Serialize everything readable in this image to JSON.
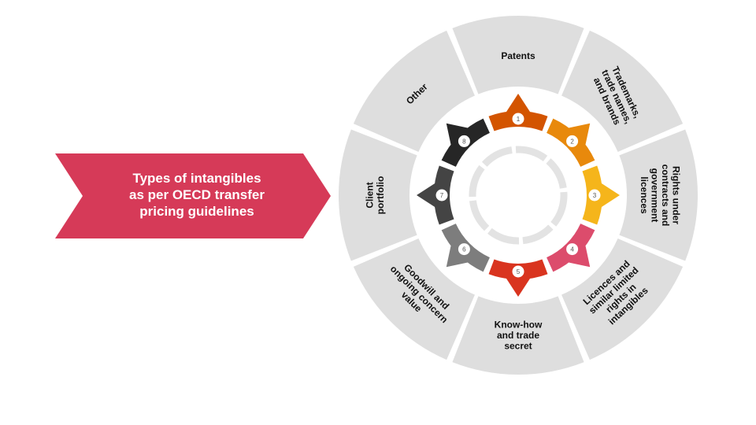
{
  "title": {
    "lines": [
      "Types of intangibles",
      "as per OECD transfer",
      "pricing guidelines"
    ],
    "color": "#d63a58"
  },
  "colors": {
    "segment_bg": "#dedede",
    "inner_circle": "#e3e3e3",
    "label_text": "#111111",
    "number_text": "#555555"
  },
  "segments": [
    {
      "number": "1",
      "label_lines": [
        "Patents"
      ],
      "color": "#d35400"
    },
    {
      "number": "2",
      "label_lines": [
        "Trademarks,",
        "trade names,",
        "and brands"
      ],
      "color": "#e8890c"
    },
    {
      "number": "3",
      "label_lines": [
        "Rights under",
        "contracts and",
        "government",
        "licences"
      ],
      "color": "#f5b51b"
    },
    {
      "number": "4",
      "label_lines": [
        "Licences and",
        "similar limited",
        "rights in",
        "intangibles"
      ],
      "color": "#dc4c6c"
    },
    {
      "number": "5",
      "label_lines": [
        "Know-how",
        "and trade",
        "secret"
      ],
      "color": "#d9341f"
    },
    {
      "number": "6",
      "label_lines": [
        "Goodwill and",
        "ongoing concern",
        "value"
      ],
      "color": "#7d7d7d"
    },
    {
      "number": "7",
      "label_lines": [
        "Client",
        "portfolio"
      ],
      "color": "#444444"
    },
    {
      "number": "8",
      "label_lines": [
        "Other"
      ],
      "color": "#262626"
    }
  ]
}
